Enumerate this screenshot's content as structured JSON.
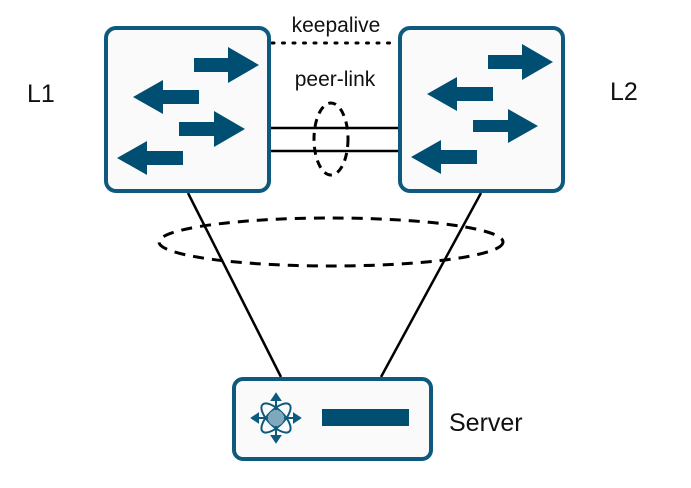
{
  "diagram": {
    "nodes": {
      "l1": {
        "label": "L1",
        "type": "switch"
      },
      "l2": {
        "label": "L2",
        "type": "switch"
      },
      "server": {
        "label": "Server",
        "type": "server"
      }
    },
    "links": {
      "keepalive": {
        "label": "keepalive",
        "style": "dotted"
      },
      "peer_link": {
        "label": "peer-link",
        "style": "double-solid",
        "bundle": "dashed-ellipse"
      },
      "server_uplinks": {
        "style": "solid",
        "bundle": "dashed-ellipse"
      }
    },
    "colors": {
      "device_stroke": "#0d5a7e",
      "arrow_fill": "#004f73",
      "device_fill": "#fafafa",
      "line": "#000000",
      "hub_fill": "#7fa8bd"
    }
  }
}
